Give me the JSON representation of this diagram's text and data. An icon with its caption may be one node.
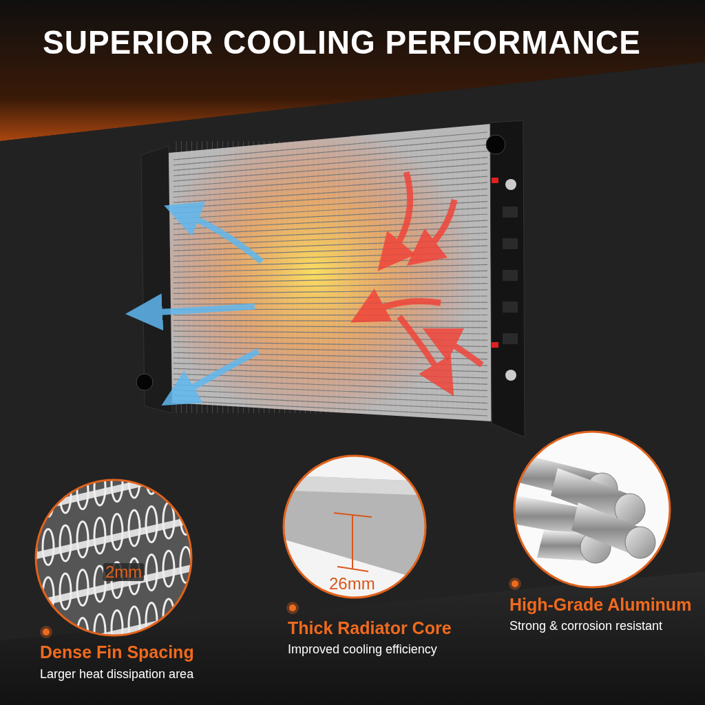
{
  "diagram": {
    "title": "SUPERIOR COOLING PERFORMANCE",
    "labels": [
      "2mm",
      "26mm",
      "High-Grade Aluminum",
      "Strong & corrosion resistant",
      "Thick Radiator Core",
      "Improved cooling efficiency",
      "Dense Fin Spacing",
      "Larger heat dissipation area"
    ]
  }
}
